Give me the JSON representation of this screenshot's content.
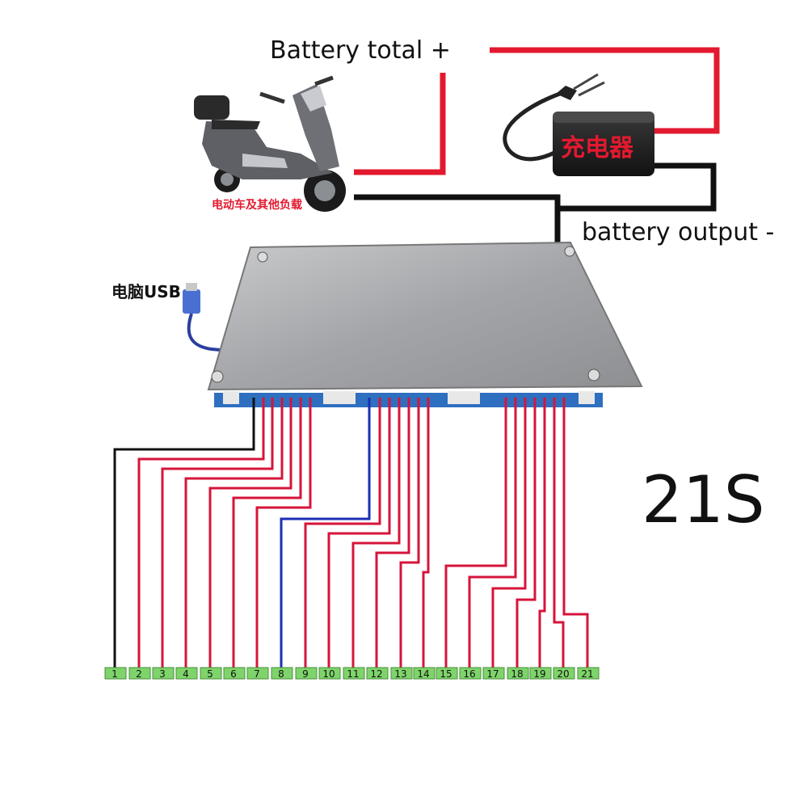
{
  "labels": {
    "battery_total": "Battery total +",
    "battery_output": "battery output -",
    "usb": "电脑USB",
    "scooter_caption": "电动车及其他负载",
    "charger_text": "充电器",
    "cell_count": "21S"
  },
  "terminals": [
    "1",
    "2",
    "3",
    "4",
    "5",
    "6",
    "7",
    "8",
    "9",
    "10",
    "11",
    "12",
    "13",
    "14",
    "15",
    "16",
    "17",
    "18",
    "19",
    "20",
    "21"
  ],
  "colors": {
    "positive": "#e3192f",
    "negative": "#111111",
    "balance": "#d6143a",
    "sense": "#1a2fb5",
    "terminal": "#7ed46a",
    "board": "#a9abae"
  }
}
